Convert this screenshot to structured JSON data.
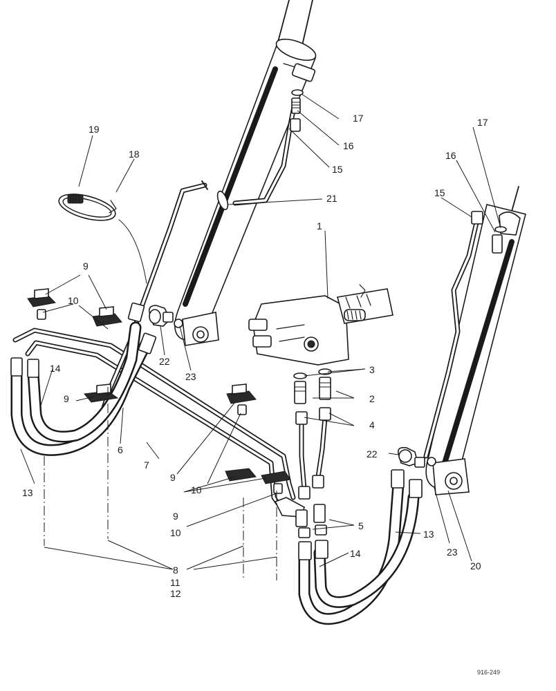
{
  "drawing_code": "916-249",
  "callouts": [
    {
      "id": "c1",
      "text": "1"
    },
    {
      "id": "c2",
      "text": "2"
    },
    {
      "id": "c3",
      "text": "3"
    },
    {
      "id": "c4",
      "text": "4"
    },
    {
      "id": "c5",
      "text": "5"
    },
    {
      "id": "c6",
      "text": "6"
    },
    {
      "id": "c7",
      "text": "7"
    },
    {
      "id": "c8",
      "text": "8"
    },
    {
      "id": "c11",
      "text": "11"
    },
    {
      "id": "c12",
      "text": "12"
    },
    {
      "id": "c9a",
      "text": "9"
    },
    {
      "id": "c9b",
      "text": "9"
    },
    {
      "id": "c9c",
      "text": "9"
    },
    {
      "id": "c9d",
      "text": "9"
    },
    {
      "id": "c10a",
      "text": "10"
    },
    {
      "id": "c10b",
      "text": "10"
    },
    {
      "id": "c10c",
      "text": "10"
    },
    {
      "id": "c13a",
      "text": "13"
    },
    {
      "id": "c13b",
      "text": "13"
    },
    {
      "id": "c14a",
      "text": "14"
    },
    {
      "id": "c14b",
      "text": "14"
    },
    {
      "id": "c15a",
      "text": "15"
    },
    {
      "id": "c15b",
      "text": "15"
    },
    {
      "id": "c16a",
      "text": "16"
    },
    {
      "id": "c16b",
      "text": "16"
    },
    {
      "id": "c17a",
      "text": "17"
    },
    {
      "id": "c17b",
      "text": "17"
    },
    {
      "id": "c18",
      "text": "18"
    },
    {
      "id": "c19",
      "text": "19"
    },
    {
      "id": "c20",
      "text": "20"
    },
    {
      "id": "c21",
      "text": "21"
    },
    {
      "id": "c22a",
      "text": "22"
    },
    {
      "id": "c22b",
      "text": "22"
    },
    {
      "id": "c23a",
      "text": "23"
    },
    {
      "id": "c23b",
      "text": "23"
    }
  ]
}
